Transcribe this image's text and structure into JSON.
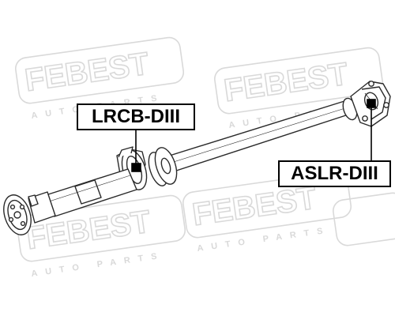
{
  "watermark": {
    "brand": "FEBEST",
    "subtitle": "AUTO PARTS"
  },
  "labels": {
    "center_bearing": "LRCB-DIII",
    "flex_joint": "ASLR-DIII"
  },
  "colors": {
    "line": "#2a2a2a",
    "watermark": "#d9d9d9",
    "marker": "#000000"
  }
}
